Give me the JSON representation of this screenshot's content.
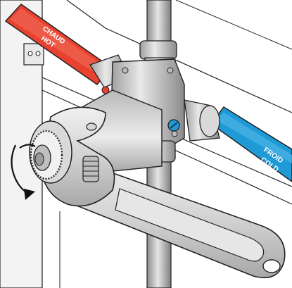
{
  "labels": {
    "hot_fr": "CHAUD",
    "hot_en": "HOT",
    "cold_fr": "FROID",
    "cold_en": "COLD"
  },
  "colors": {
    "hot_pipe": "#e8412f",
    "cold_pipe": "#1e9ad6",
    "metal": "#cfcfcf",
    "metal_dark": "#9a9a9a",
    "wall": "#f2f2f2",
    "outline": "#222222"
  },
  "icons": [
    "wrench-icon",
    "rotation-arrow-icon"
  ]
}
